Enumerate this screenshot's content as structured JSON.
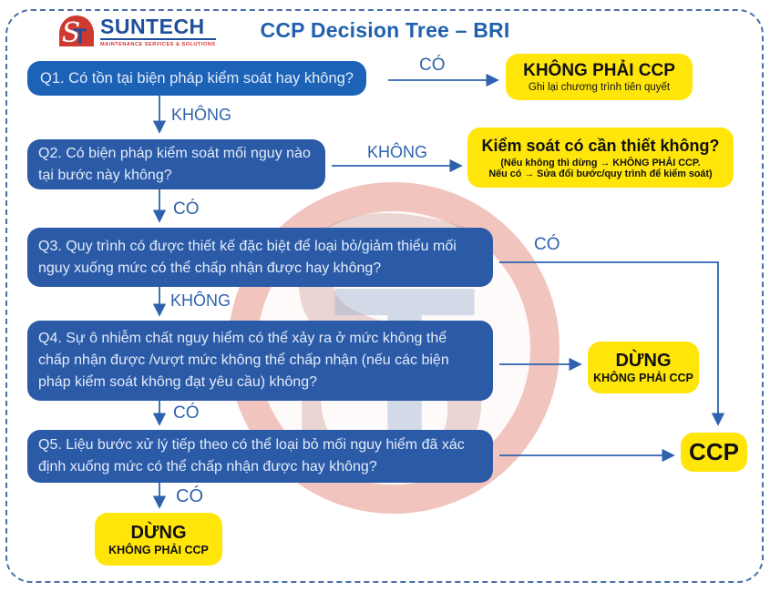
{
  "header": {
    "logo": {
      "brand": "SUNTECH",
      "tagline": "MAINTENANCE SERVICES & SOLUTIONS",
      "emblem_s": "S",
      "emblem_t": "T"
    },
    "title": "CCP Decision Tree – BRI"
  },
  "watermark": {
    "letter_s": "S",
    "letter_t": "T"
  },
  "questions": {
    "q1": "Q1. Có tồn tại biện pháp kiểm soát hay không?",
    "q2": "Q2. Có biện pháp kiểm soát mối nguy nào tại bước này không?",
    "q3": "Q3. Quy trình có được thiết kế đặc biệt để loại bỏ/giảm thiểu mối nguy xuống mức có thể chấp nhận được hay không?",
    "q4": "Q4. Sự ô nhiễm chất nguy hiểm có thể xảy ra ở mức không thể chấp nhận được /vượt mức không thể chấp nhận (nếu các biện pháp kiểm soát không đạt yêu cầu) không?",
    "q5": "Q5. Liệu bước xử lý tiếp theo có thể loại bỏ mối nguy hiểm đã xác định xuống mức có thể chấp nhận được hay không?"
  },
  "outcomes": {
    "not_ccp": {
      "title": "KHÔNG PHẢI CCP",
      "subtitle": "Ghi lại chương trình tiên quyết"
    },
    "control_needed": {
      "title": "Kiểm soát có cần thiết không?",
      "line1": "(Nếu không thì dừng → KHÔNG PHẢI CCP.",
      "line2": "Nếu có → Sửa đổi bước/quy trình để kiểm soát)"
    },
    "stop_mid": {
      "title": "DỪNG",
      "subtitle": "KHÔNG PHẢI CCP"
    },
    "ccp": {
      "title": "CCP"
    },
    "stop_bottom": {
      "title": "DỪNG",
      "subtitle": "KHÔNG PHẢI CCP"
    }
  },
  "edge_labels": {
    "q1_yes": "CÓ",
    "q1_no": "KHÔNG",
    "q2_no": "KHÔNG",
    "q2_yes": "CÓ",
    "q3_yes": "CÓ",
    "q3_no": "KHÔNG",
    "q4_yes": "CÓ",
    "q5_yes": "CÓ"
  },
  "colors": {
    "title_blue": "#2261ae",
    "box_blue": "#2b5aa7",
    "box_blue_bright": "#1c63b7",
    "accent_yellow": "#ffe50a",
    "arrow_blue": "#2e62ae",
    "logo_red": "#d0312d",
    "logo_blue": "#1e4f9c",
    "watermark_pink": "#efbab3"
  }
}
